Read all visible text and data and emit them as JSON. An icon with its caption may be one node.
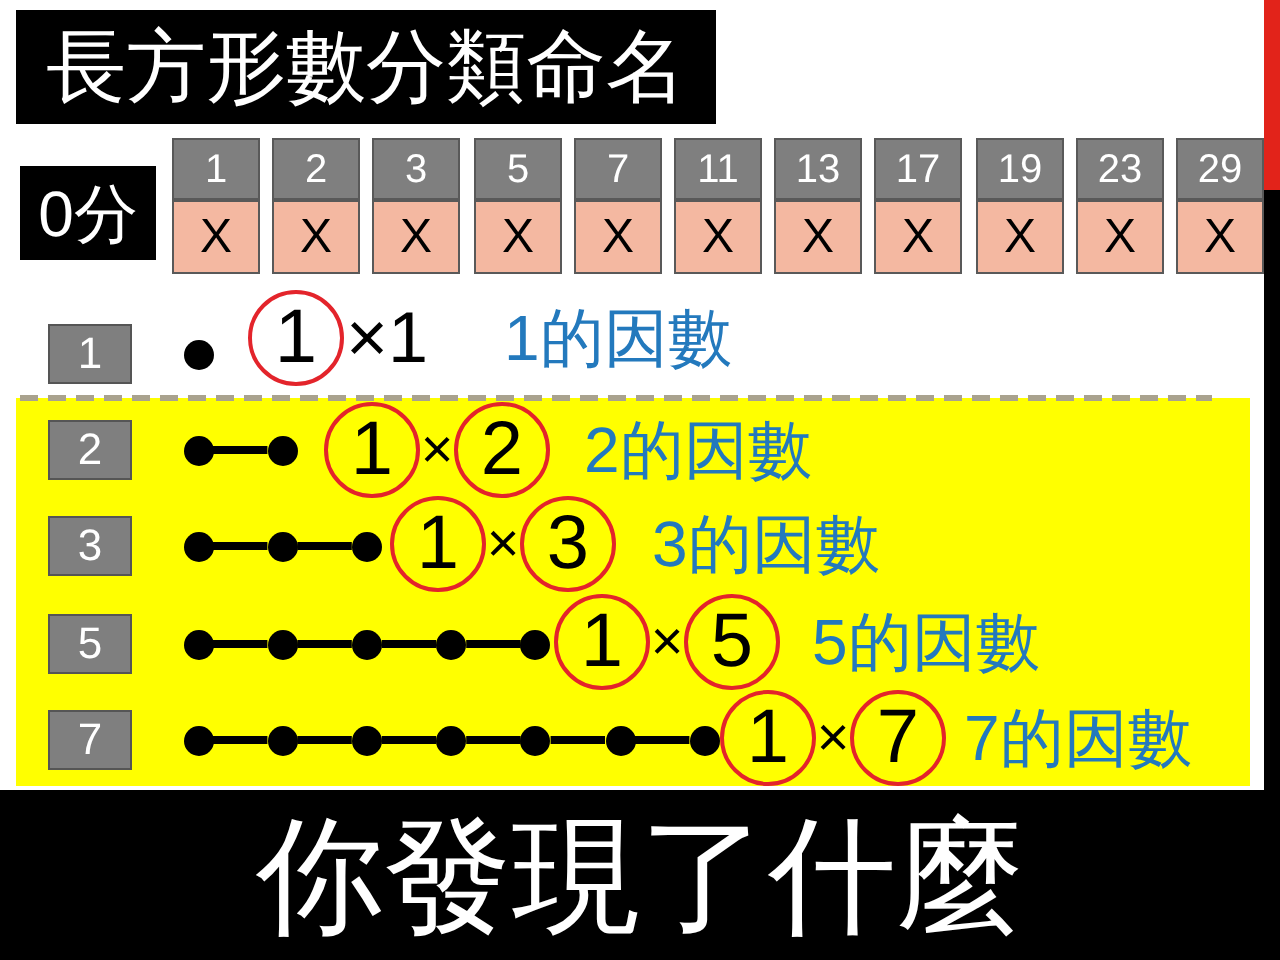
{
  "diagram": {
    "nodes": [
      {
        "text": [
          "長方形數分類命名"
        ]
      },
      {
        "text": [
          "0分"
        ]
      },
      {
        "text": [
          "1"
        ]
      },
      {
        "text": [
          "2"
        ]
      },
      {
        "text": [
          "3"
        ]
      },
      {
        "text": [
          "5"
        ]
      },
      {
        "text": [
          "7"
        ]
      },
      {
        "text": [
          "11"
        ]
      },
      {
        "text": [
          "13"
        ]
      },
      {
        "text": [
          "17"
        ]
      },
      {
        "text": [
          "19"
        ]
      },
      {
        "text": [
          "23"
        ]
      },
      {
        "text": [
          "29"
        ]
      },
      {
        "text": [
          "X"
        ]
      },
      {
        "text": [
          "X"
        ]
      },
      {
        "text": [
          "X"
        ]
      },
      {
        "text": [
          "X"
        ]
      },
      {
        "text": [
          "X"
        ]
      },
      {
        "text": [
          "X"
        ]
      },
      {
        "text": [
          "X"
        ]
      },
      {
        "text": [
          "X"
        ]
      },
      {
        "text": [
          "X"
        ]
      },
      {
        "text": [
          "X"
        ]
      },
      {
        "text": [
          "X"
        ]
      },
      {
        "text": [
          "1"
        ]
      },
      {
        "text": [],
        "shape": "circle"
      },
      {
        "text": [
          "1"
        ]
      },
      {
        "text": [],
        "shape": "box"
      },
      {
        "text": [
          "2"
        ],
        "in": 27
      },
      {
        "text": [],
        "shape": "circle",
        "in": 27
      },
      {
        "text": [],
        "shape": "circle",
        "in": 27
      },
      {
        "text": [
          "1"
        ],
        "in": 27
      },
      {
        "text": [
          "2"
        ],
        "in": 27
      },
      {
        "text": [
          "3"
        ],
        "in": 27
      },
      {
        "text": [],
        "shape": "circle",
        "in": 27
      },
      {
        "text": [],
        "shape": "circle",
        "in": 27
      },
      {
        "text": [],
        "shape": "circle",
        "in": 27
      },
      {
        "text": [
          "1"
        ],
        "in": 27
      },
      {
        "text": [
          "3"
        ],
        "in": 27
      },
      {
        "text": [
          "5"
        ],
        "in": 27
      },
      {
        "text": [],
        "shape": "circle",
        "in": 27
      },
      {
        "text": [],
        "shape": "circle",
        "in": 27
      },
      {
        "text": [],
        "shape": "circle",
        "in": 27
      },
      {
        "text": [],
        "shape": "circle",
        "in": 27
      },
      {
        "text": [],
        "shape": "circle",
        "in": 27
      },
      {
        "text": [
          "1"
        ],
        "in": 27
      },
      {
        "text": [
          "5"
        ],
        "in": 27
      },
      {
        "text": [
          "7"
        ],
        "in": 27
      },
      {
        "text": [],
        "shape": "circle",
        "in": 27
      },
      {
        "text": [],
        "shape": "circle",
        "in": 27
      },
      {
        "text": [],
        "shape": "circle",
        "in": 27
      },
      {
        "text": [],
        "shape": "circle",
        "in": 27
      },
      {
        "text": [],
        "shape": "circle",
        "in": 27
      },
      {
        "text": [],
        "shape": "circle",
        "in": 27
      },
      {
        "text": [],
        "shape": "circle",
        "in": 27
      },
      {
        "text": [
          "1"
        ],
        "in": 27
      },
      {
        "text": [
          "7"
        ],
        "in": 27
      },
      {
        "text": [
          "你發現了什麼"
        ]
      }
    ],
    "edges": [
      {
        "from": 29,
        "to": 30,
        "arrow": "none"
      },
      {
        "from": 34,
        "to": 35,
        "arrow": "none"
      },
      {
        "from": 35,
        "to": 36,
        "arrow": "none"
      },
      {
        "from": 40,
        "to": 41,
        "arrow": "none"
      },
      {
        "from": 41,
        "to": 42,
        "arrow": "none"
      },
      {
        "from": 42,
        "to": 43,
        "arrow": "none"
      },
      {
        "from": 43,
        "to": 44,
        "arrow": "none"
      },
      {
        "from": 48,
        "to": 49,
        "arrow": "none"
      },
      {
        "from": 49,
        "to": 50,
        "arrow": "none"
      },
      {
        "from": 50,
        "to": 51,
        "arrow": "none"
      },
      {
        "from": 51,
        "to": 52,
        "arrow": "none"
      },
      {
        "from": 52,
        "to": 53,
        "arrow": "none"
      },
      {
        "from": 53,
        "to": 54,
        "arrow": "none"
      }
    ],
    "labels": [
      "×1",
      "1的因數",
      "×",
      "2的因數",
      "×",
      "3的因數",
      "×",
      "5的因數",
      "×",
      "7的因數"
    ]
  }
}
